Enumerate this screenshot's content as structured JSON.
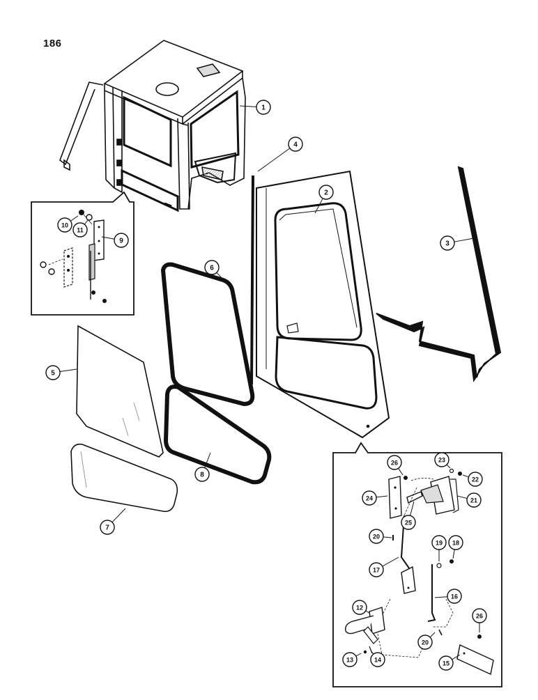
{
  "page": {
    "number": "186"
  },
  "callouts": {
    "c1": "1",
    "c2": "2",
    "c3": "3",
    "c4": "4",
    "c5": "5",
    "c6": "6",
    "c7": "7",
    "c8": "8",
    "c9": "9",
    "c10": "10",
    "c11": "11",
    "c12": "12",
    "c13": "13",
    "c14": "14",
    "c15": "15",
    "c16": "16",
    "c17": "17",
    "c18": "18",
    "c19": "19",
    "c20a": "20",
    "c20b": "20",
    "c21": "21",
    "c22": "22",
    "c23": "23",
    "c24": "24",
    "c25": "25",
    "c26a": "26",
    "c26b": "26"
  },
  "colors": {
    "ink": "#111111",
    "paper": "#ffffff"
  }
}
